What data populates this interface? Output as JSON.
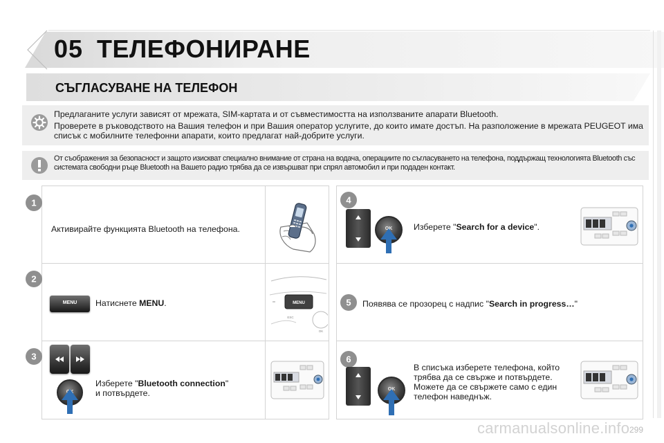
{
  "chapter": {
    "number": "05",
    "title": "ТЕЛЕФОНИРАНЕ"
  },
  "section": {
    "title": "СЪГЛАСУВАНЕ НА ТЕЛЕФОН"
  },
  "info": {
    "icon": "gear-icon",
    "paragraphs": [
      "Предлаганите услуги зависят от мрежата, SIM-картата и от съвместимостта на използваните апарати Bluetooth.",
      "Проверете в ръководството на Вашия телефон и при Вашия оператор услугите, до които имате достъп. На разположение в мрежата PEUGEOT има списък с мобилните телефонни апарати, които предлагат най-добрите услуги."
    ]
  },
  "warning": {
    "icon": "exclamation-icon",
    "text": "От съображения за безопасност и защото изискват специално внимание от страна на водача, операциите по съгласуването на телефона, поддържащ технологията Bluetooth със системата свободни ръце Bluetooth на Вашето радио трябва да се извършват при спрял автомобил и при подаден контакт."
  },
  "steps": [
    {
      "number": "1",
      "text": "Активирайте функцията Bluetooth на телефона."
    },
    {
      "number": "2",
      "pre": "Натиснете ",
      "bold": "MENU",
      "post": ".",
      "key_label": "MENU",
      "panel_key": "MENU",
      "panel_esc": "ESC",
      "panel_ok": "OK"
    },
    {
      "number": "3",
      "pre": "Изберете \"",
      "bold": "Bluetooth connection",
      "post": "\"",
      "line2": "и потвърдете.",
      "ok_label": "OK"
    },
    {
      "number": "4",
      "pre": "Изберете \"",
      "bold": "Search for a device",
      "post": "\".",
      "ok_label": "OK"
    },
    {
      "number": "5",
      "pre": "Появява се прозорец с надпис \"",
      "bold": "Search in progress…",
      "post": "\""
    },
    {
      "number": "6",
      "lines": [
        "В списъка изберете телефона, който",
        "трябва да се свърже и потвърдете.",
        "Можете да се свържете само с един",
        "телефон наведнъж."
      ],
      "ok_label": "OK"
    }
  ],
  "footer": {
    "page": "299",
    "watermark": "carmanualsonline.info"
  },
  "colors": {
    "accent_blue": "#2f6fb4",
    "badge": "#8f8f8f",
    "box_bg": "#eeeeee"
  }
}
